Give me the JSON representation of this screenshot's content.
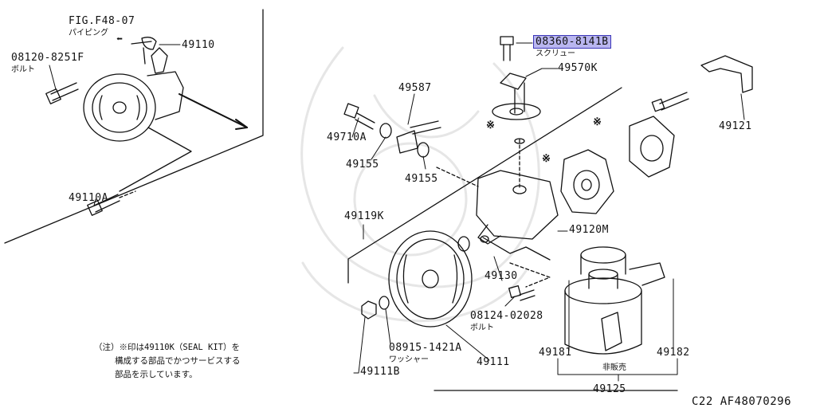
{
  "ref": {
    "text": "FIG.F48-07",
    "sub": "パイピング"
  },
  "parts": {
    "p49110": "49110",
    "p08120": "08120-8251F",
    "p08120_sub": "ボルト",
    "p49110A": "49110A",
    "p08360": "08360-8141B",
    "p08360_sub": "スクリュー",
    "p49570K": "49570K",
    "p49587": "49587",
    "p49710A": "49710A",
    "p49155a": "49155",
    "p49155b": "49155",
    "p49121": "49121",
    "p49119K": "49119K",
    "p49120M": "49120M",
    "p49130": "49130",
    "p08124": "08124-02028",
    "p08124_sub": "ボルト",
    "p08915": "08915-1421A",
    "p08915_sub": "ワッシャー",
    "p49111": "49111",
    "p49111B": "49111B",
    "p49181": "49181",
    "p49182": "49182",
    "p49125": "49125",
    "p49125_sub": "非販売"
  },
  "note": {
    "line1": "（注）※印は49110K（SEAL KIT）を",
    "line2": "構成する部品でかつサービスする",
    "line3": "部品を示しています。"
  },
  "marks": {
    "symbol": "※"
  },
  "footer": {
    "code": "C22  AF48070296"
  }
}
